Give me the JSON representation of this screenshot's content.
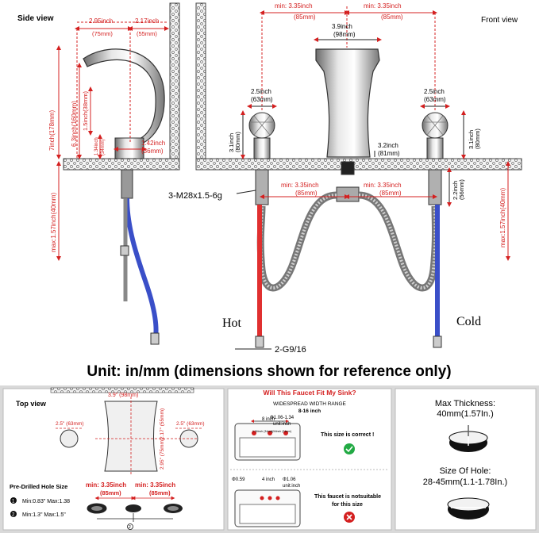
{
  "top": {
    "side_view_label": "Side view",
    "front_view_label": "Front view",
    "side": {
      "dim_295": "2.95inch",
      "dim_75": "(75mm)",
      "dim_217": "2.17inch",
      "dim_55": "(55mm)",
      "dim_7inch": "7inch(178mm)",
      "dim_63inch": "6.3inch(160mm)",
      "dim_15inch": "1.5inch(38mm)",
      "dim_134inch": "1.34inch",
      "dim_34mm": "(34mm)",
      "dim_142inch": "1.42inch",
      "dim_36mm": "(36mm)",
      "dim_max157": "max:1.57inch(40mm)"
    },
    "front": {
      "min_335_left": "min: 3.35inch",
      "min_85_left": "(85mm)",
      "min_335_right": "min: 3.35inch",
      "min_85_right": "(85mm)",
      "spout_39": "3.9inch",
      "spout_98": "(98mm)",
      "handle_l_25": "2.5inch",
      "handle_l_63": "(63mm)",
      "handle_r_25": "2.5inch",
      "handle_r_63": "(63mm)",
      "h31_left": "3.1inch",
      "h80_left": "(80mm)",
      "h31_right": "3.1inch",
      "h80_right": "(80mm)",
      "d32": "3.2inch",
      "d81": "(81mm)",
      "shank_l1": "min: 3.35inch",
      "shank_l2": "(85mm)",
      "shank_r1": "min: 3.35inch",
      "shank_r2": "(85mm)",
      "shank_22": "2.2inch",
      "shank_56": "(56mm)",
      "thread_label": "3-M28x1.5-6g",
      "max157_right": "max:1.57inch(40mm)",
      "hot_label": "Hot",
      "cold_label": "Cold",
      "pipe_thread": "2-G9/16"
    },
    "units_banner": "Unit: in/mm (dimensions shown for reference only)"
  },
  "panel_top_view": {
    "title": "Top view",
    "spout_width": "3.9\" (98mm)",
    "spout_depth": "2.17\" (55mm)",
    "spout_depth2": "2.95\" (75mm)",
    "left_handle": "2.5\" (63mm)",
    "right_handle": "2.5\" (63mm)",
    "hole_size_title": "Pre-Drilled Hole Size",
    "hole_1": "Min:0.83\" Max:1.38",
    "hole_2": "Min:1.3\" Max:1.5\"",
    "spacing_left_1": "min: 3.35inch",
    "spacing_left_2": "(85mm)",
    "spacing_right_1": "min: 3.35inch",
    "spacing_right_2": "(85mm)",
    "marker_1": "1",
    "marker_2": "2"
  },
  "panel_fit": {
    "question": "Will This Faucet Fit My Sink?",
    "range_title": "WIDESPREAD WIDTH RANGE",
    "range_value": "8-16 inch",
    "good_width": "8 inch",
    "good_hole": "Φ1.06-1.34",
    "good_unit": "unit:inch",
    "good_hole_a": "1.06inch (34mm)",
    "good_hole_b": "1.34inch (34mm)",
    "good_verdict": "This size is correct !",
    "bad_hole_left": "Φ0.59",
    "bad_width": "4 inch",
    "bad_hole_right": "Φ1.06",
    "bad_unit": "unit:inch",
    "bad_verdict_1": "This faucet is notsuitable",
    "bad_verdict_2": "for this size"
  },
  "panel_thickness": {
    "max_thickness_title": "Max Thickness:",
    "max_thickness_value": "40mm(1.57In.)",
    "hole_size_title": "Size Of Hole:",
    "hole_size_value": "28-45mm(1.1-1.78In.)"
  },
  "colors": {
    "dimension_red": "#d42020",
    "hot_red": "#e03030",
    "cold_blue": "#3a4fc8",
    "panel_gray": "#d9d9d9",
    "check_green": "#22aa44"
  }
}
